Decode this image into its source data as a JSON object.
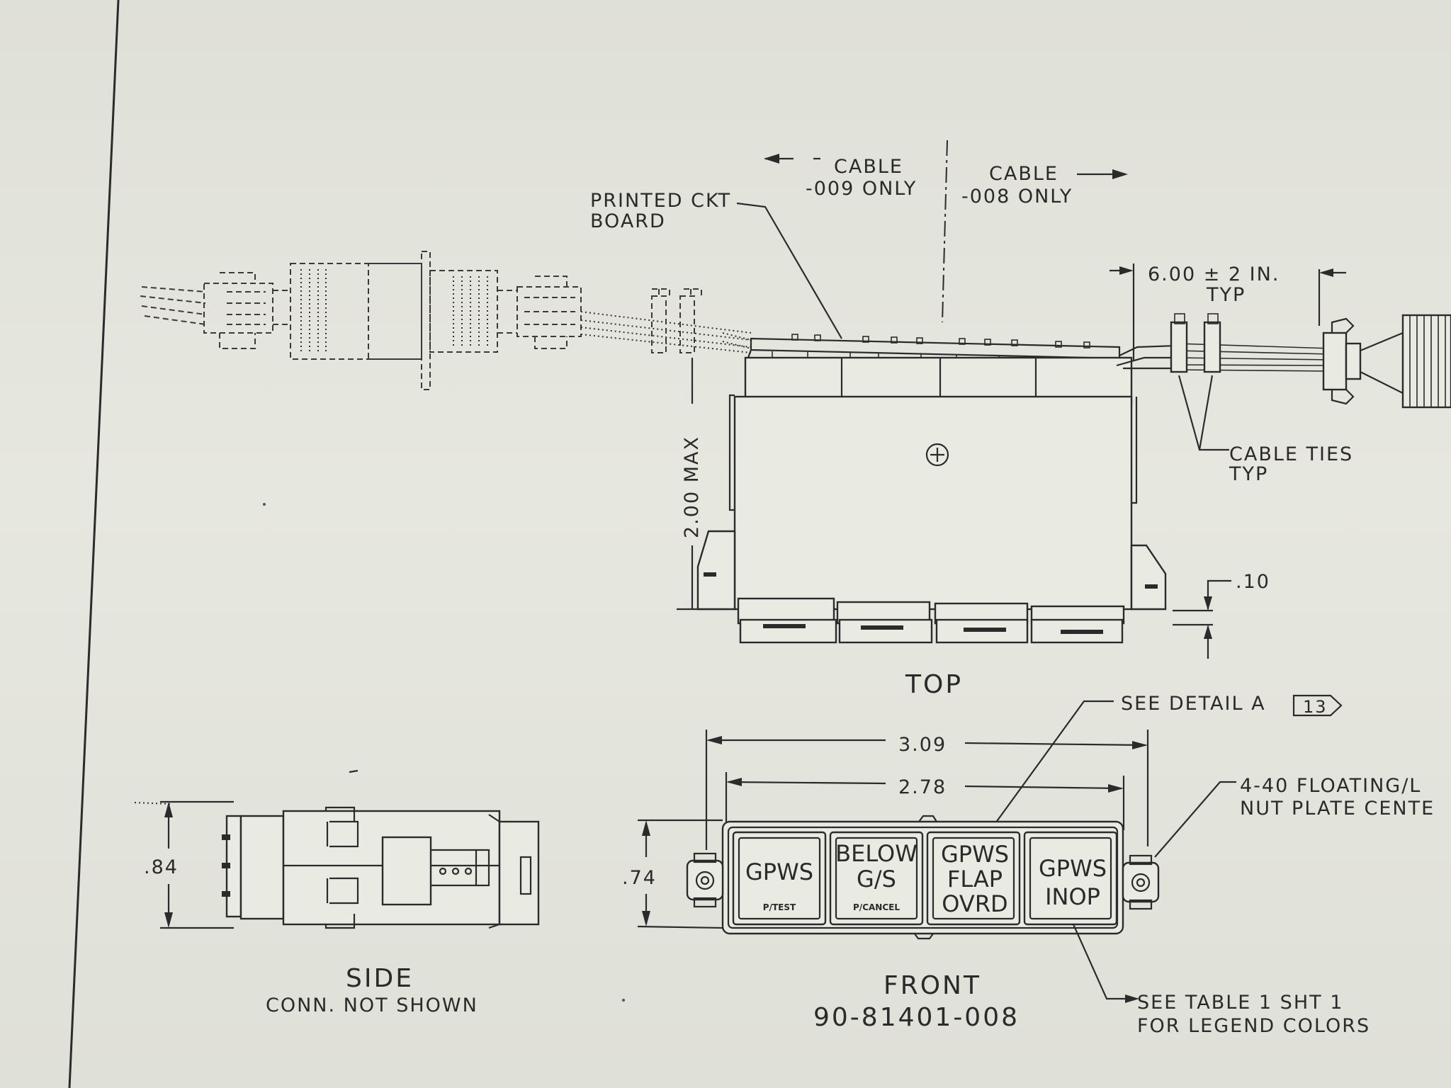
{
  "labels": {
    "cable_009_line1": "CABLE",
    "cable_009_line2": "-009 ONLY",
    "cable_008_line1": "CABLE",
    "cable_008_line2": "-008 ONLY",
    "pcb_line1": "PRINTED CKT",
    "pcb_line2": "BOARD",
    "dim_6_line1": "6.00 ± 2 IN.",
    "dim_6_line2": "TYP",
    "dim_2_max": "2.00 MAX",
    "cable_ties_line1": "CABLE TIES",
    "cable_ties_line2": "TYP",
    "dim_010": ".10",
    "top_view": "TOP",
    "see_detail": "SEE DETAIL A",
    "detail_ref": "13",
    "dim_309": "3.09",
    "dim_278": "2.78",
    "nut_plate_line1": "4-40 FLOATING/L",
    "nut_plate_line2": "NUT PLATE CENTE",
    "dim_084": ".84",
    "dim_074": ".74",
    "side_view": "SIDE",
    "side_note": "CONN. NOT SHOWN",
    "front_view": "FRONT",
    "part_number": "90-81401-008",
    "see_table_line1": "SEE TABLE 1 SHT 1",
    "see_table_line2": "FOR LEGEND COLORS"
  },
  "buttons": [
    {
      "lines": [
        "GPWS"
      ],
      "sub": "P/TEST"
    },
    {
      "lines": [
        "BELOW",
        "G/S"
      ],
      "sub": "P/CANCEL"
    },
    {
      "lines": [
        "GPWS",
        "FLAP",
        "OVRD"
      ],
      "sub": ""
    },
    {
      "lines": [
        "GPWS",
        "INOP"
      ],
      "sub": ""
    }
  ]
}
